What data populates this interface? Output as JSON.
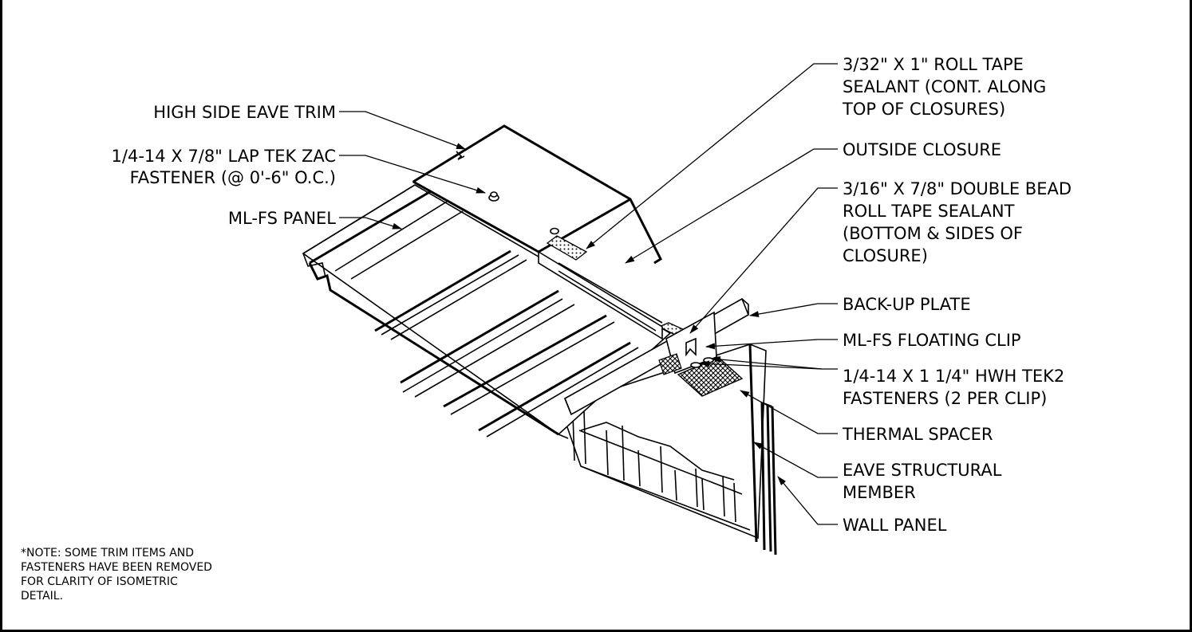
{
  "labels": {
    "high_side_eave_trim": "HIGH SIDE EAVE TRIM",
    "lap_tek_line1": "1/4-14 X 7/8\" LAP TEK ZAC",
    "lap_tek_line2": "FASTENER (@ 0'-6\" O.C.)",
    "ml_fs_panel": "ML-FS PANEL",
    "roll_tape_line1": "3/32\" X 1\" ROLL TAPE",
    "roll_tape_line2": "SEALANT (CONT. ALONG",
    "roll_tape_line3": "TOP OF CLOSURES)",
    "outside_closure": "OUTSIDE CLOSURE",
    "double_bead_line1": "3/16\" X 7/8\" DOUBLE BEAD",
    "double_bead_line2": "ROLL TAPE SEALANT",
    "double_bead_line3": "(BOTTOM & SIDES OF",
    "double_bead_line4": "CLOSURE)",
    "back_up_plate": "BACK-UP PLATE",
    "floating_clip": "ML-FS FLOATING CLIP",
    "hwh_line1": "1/4-14 X 1 1/4\" HWH TEK2",
    "hwh_line2": "FASTENERS (2 PER CLIP)",
    "thermal_spacer": "THERMAL SPACER",
    "eave_member_line1": "EAVE STRUCTURAL",
    "eave_member_line2": "MEMBER",
    "wall_panel": "WALL PANEL"
  },
  "note": {
    "line1": "*NOTE: SOME TRIM ITEMS AND",
    "line2": "FASTENERS HAVE BEEN REMOVED",
    "line3": "FOR CLARITY OF ISOMETRIC",
    "line4": "DETAIL."
  }
}
